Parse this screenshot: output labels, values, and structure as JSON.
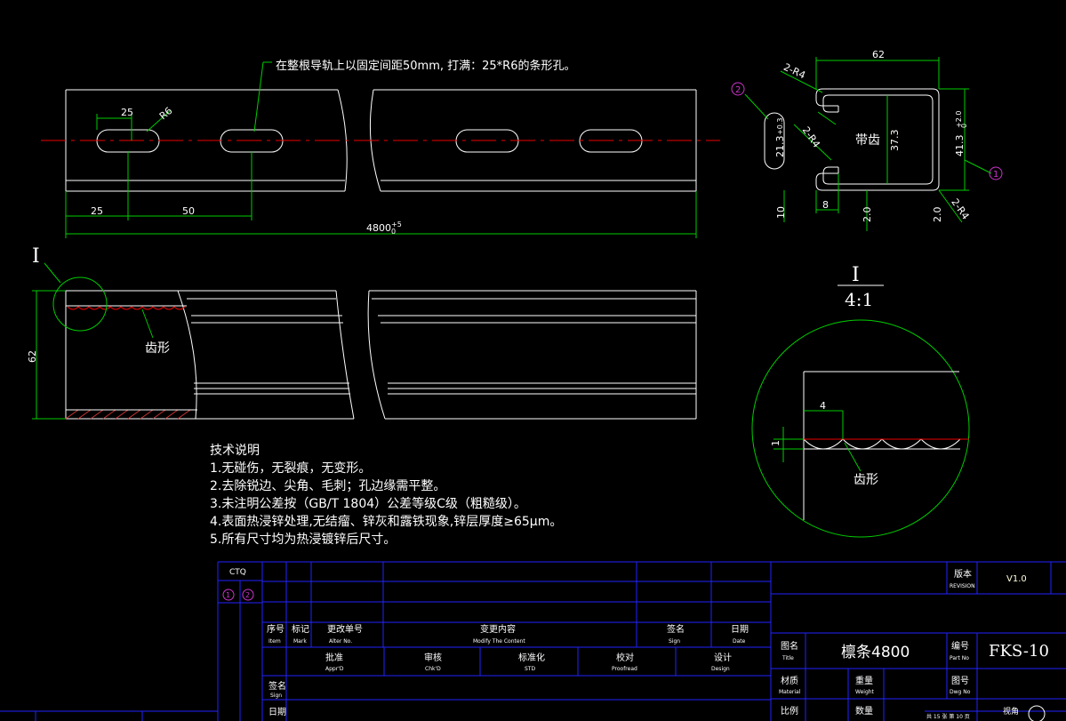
{
  "drawing": {
    "top_note": "在整根导轨上以固定间距50mm, 打满：25*R6的条形孔。",
    "dims": {
      "slot_len": "25",
      "slot_radius": "R6",
      "edge": "25",
      "pitch": "50",
      "total": "4800",
      "total_tol": "0",
      "total_tol_up": "+5",
      "height": "62"
    },
    "detail_mark": "I",
    "tooth_label_main": "齿形",
    "section": {
      "width": "62",
      "r_top": "2-R4",
      "r_mid": "2-R4",
      "r_bottom": "2-R4",
      "lip": "21.3",
      "lip_tol": "+0.3",
      "inner": "37.3",
      "outer": "41.3",
      "outer_tol_up": "+2.0",
      "outer_tol_low": "0",
      "teeth": "带齿",
      "b10": "10",
      "b8": "8",
      "b2": "2.0",
      "t2": "2.0",
      "balloon1": "1",
      "balloon2": "2"
    },
    "detail": {
      "title": "I",
      "scale": "4:1",
      "pitch": "4",
      "depth": "1",
      "tooth_label": "齿形"
    }
  },
  "notes": {
    "title": "技术说明",
    "items": [
      "1.无碰伤，无裂痕，无变形。",
      "2.去除锐边、尖角、毛刺；孔边缘需平整。",
      "3.未注明公差按（GB/T 1804）公差等级C级（粗糙级）。",
      "4.表面热浸锌处理,无结瘤、锌灰和露铁现象,锌层厚度≥65μm。",
      "5.所有尺寸均为热浸镀锌后尺寸。"
    ]
  },
  "titleblock": {
    "ctq": "CTQ",
    "ctq1": "1",
    "ctq2": "2",
    "seq": "序号",
    "seq_en": "Item",
    "mark": "标记",
    "mark_en": "Mark",
    "alter": "更改单号",
    "alter_en": "Alter No.",
    "content": "变更内容",
    "content_en": "Modify The Content",
    "sign": "签名",
    "sign_en": "Sign",
    "date": "日期",
    "date_en": "Date",
    "approve": "批准",
    "approve_en": "Appr'D",
    "check": "审核",
    "check_en": "Chk'D",
    "std": "标准化",
    "std_en": "STD",
    "proof": "校对",
    "proof_en": "Proofread",
    "design": "设计",
    "design_en": "Design",
    "sign2": "签名",
    "sign2_en": "Sign",
    "date2": "日期",
    "revision": "版本",
    "revision_en": "REVISION",
    "revision_val": "V1.0",
    "title_lbl": "图名",
    "title_lbl_en": "Title",
    "title_val": "檩条4800",
    "partno": "编号",
    "partno_en": "Part No",
    "partno_val": "FKS-10",
    "material": "材质",
    "material_en": "Material",
    "weight": "重量",
    "weight_en": "Weight",
    "dwgno": "图号",
    "dwgno_en": "Dwg No",
    "ratio": "比例",
    "qty": "数量",
    "sheets": "共 15 张 第 10 页",
    "angle": "视角"
  }
}
